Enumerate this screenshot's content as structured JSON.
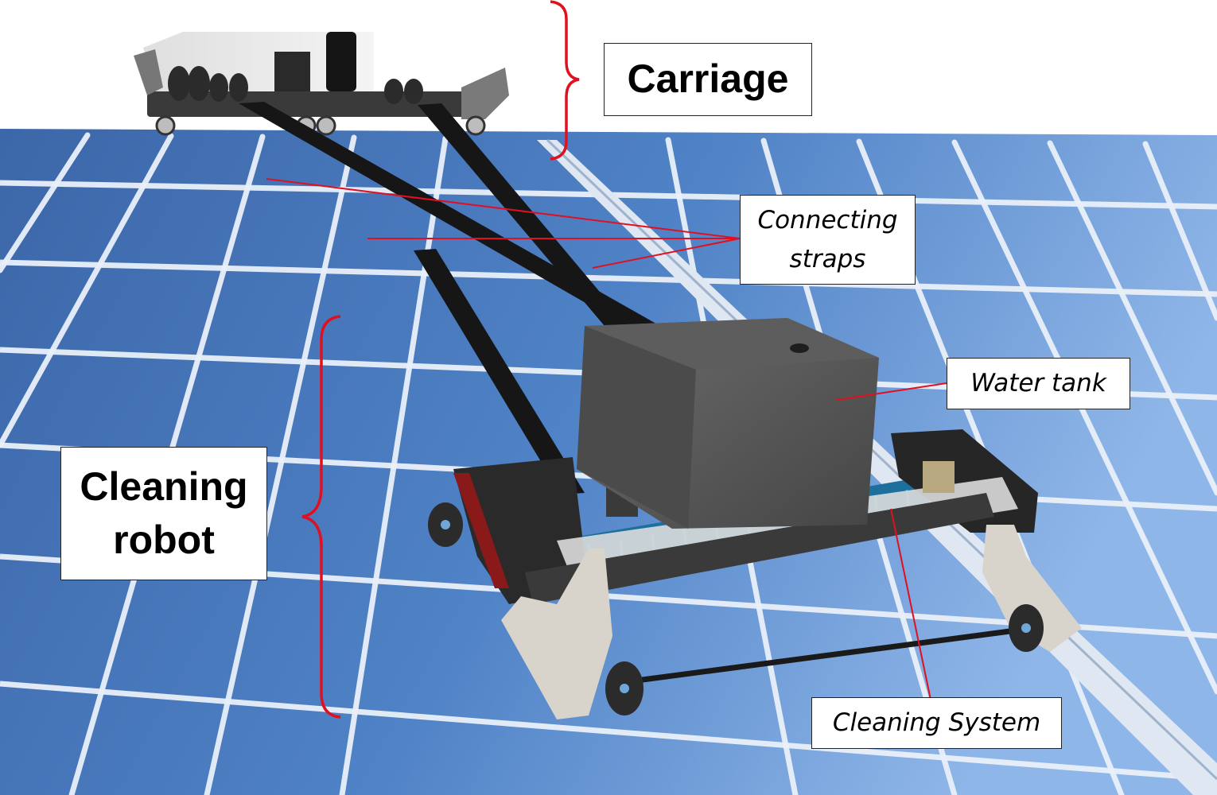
{
  "labels": {
    "carriage": "Carriage",
    "cleaning_robot_line1": "Cleaning",
    "cleaning_robot_line2": "robot",
    "connecting_straps_line1": "Connecting",
    "connecting_straps_line2": "straps",
    "water_tank": "Water tank",
    "cleaning_system": "Cleaning System"
  },
  "colors": {
    "panel_blue": "#4f7fbf",
    "grid_white": "#eef3fa",
    "annotation_red": "#e01020",
    "strap_black": "#161616",
    "tank_gray": "#555555"
  }
}
